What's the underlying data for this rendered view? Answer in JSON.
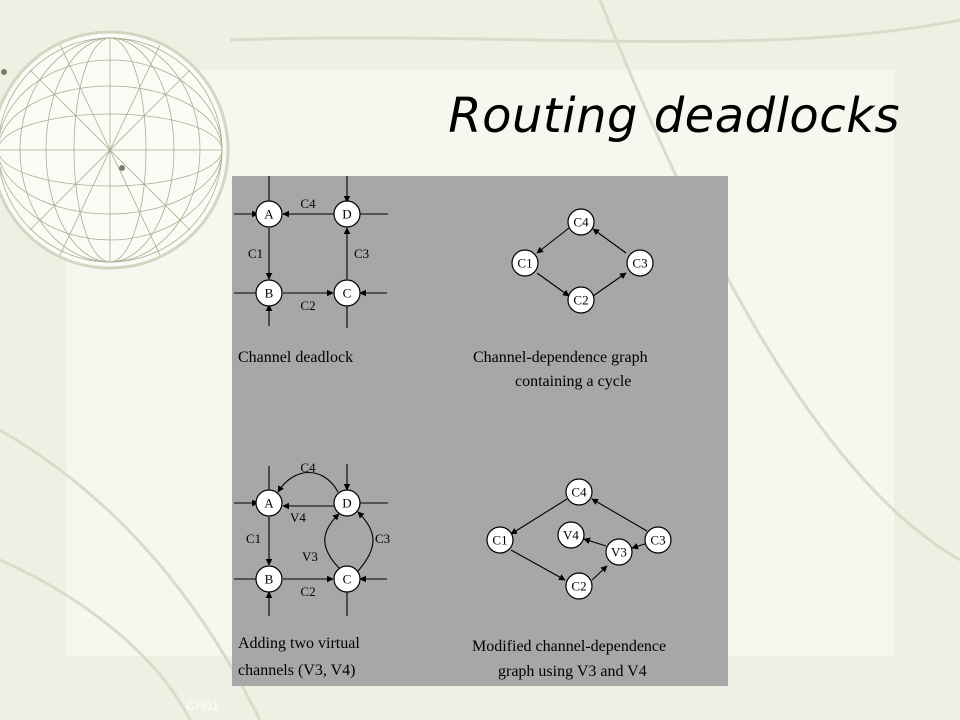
{
  "slide": {
    "title": "Routing deadlocks",
    "footer": "CH01"
  },
  "figure": {
    "panel1": {
      "caption": "Channel deadlock",
      "nodes": [
        "A",
        "D",
        "B",
        "C"
      ],
      "channels": [
        "C4",
        "C1",
        "C3",
        "C2"
      ]
    },
    "panel2": {
      "caption_line1": "Channel-dependence graph",
      "caption_line2": "containing a cycle",
      "nodes": [
        "C4",
        "C1",
        "C3",
        "C2"
      ]
    },
    "panel3": {
      "caption_line1": "Adding two virtual",
      "caption_line2": "channels (V3, V4)",
      "nodes": [
        "A",
        "D",
        "B",
        "C"
      ],
      "channels": [
        "C4",
        "V4",
        "C1",
        "C3",
        "V3",
        "C2"
      ]
    },
    "panel4": {
      "caption_line1": "Modified channel-dependence",
      "caption_line2": "graph using V3 and V4",
      "nodes": [
        "C4",
        "C1",
        "V4",
        "V3",
        "C3",
        "C2"
      ]
    }
  }
}
